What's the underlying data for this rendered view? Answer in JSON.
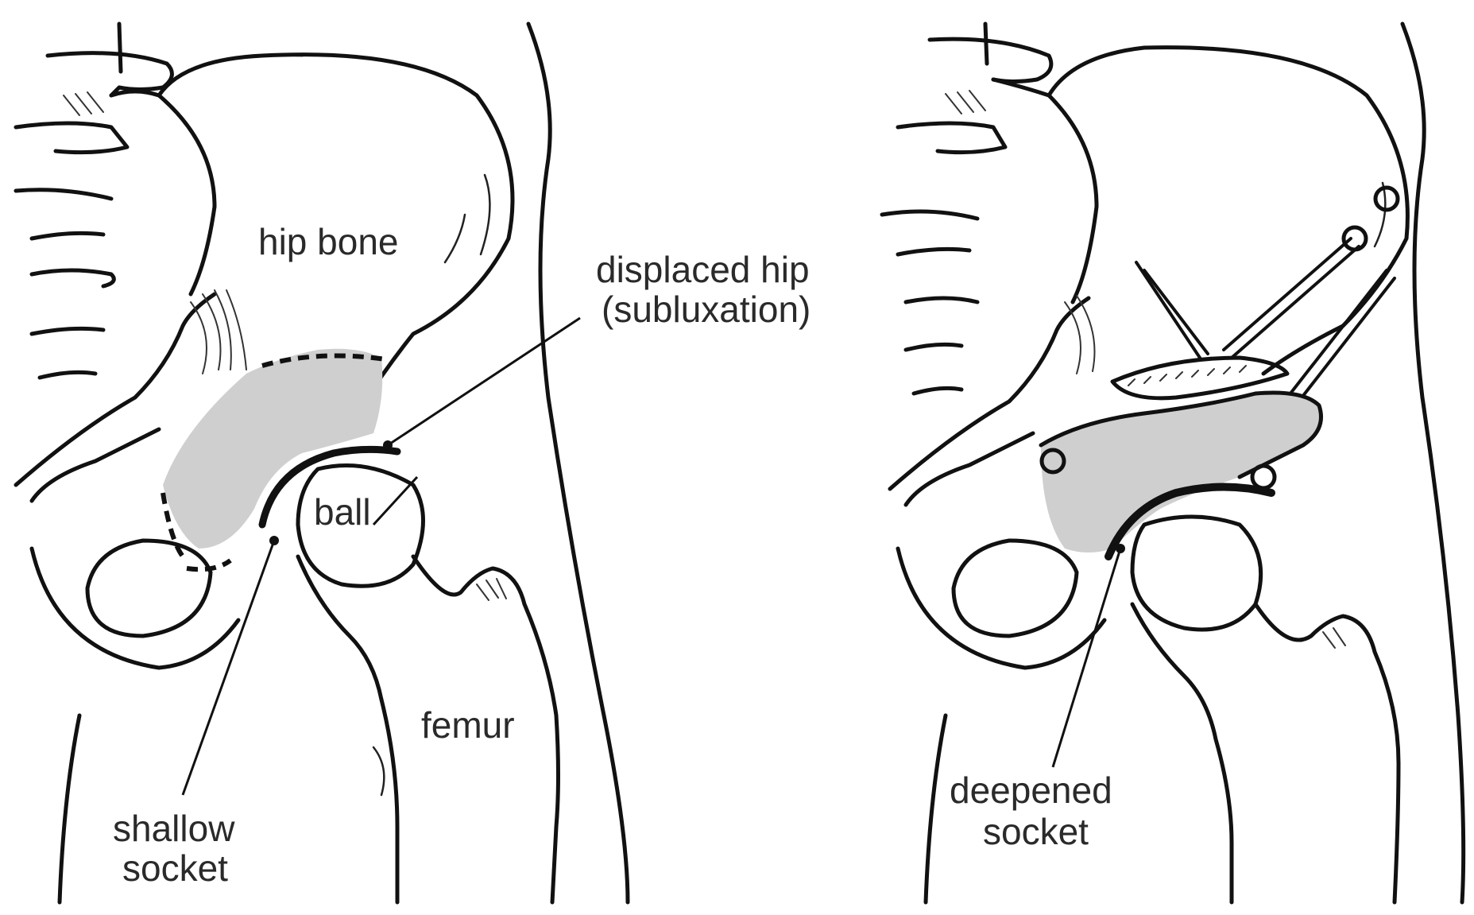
{
  "left_panel": {
    "hip_bone_label": "hip bone",
    "displaced_label_line1": "displaced hip",
    "displaced_label_line2": "(subluxation)",
    "ball_label": "ball",
    "femur_label": "femur",
    "shallow_label_line1": "shallow",
    "shallow_label_line2": "socket"
  },
  "right_panel": {
    "deepened_label_line1": "deepened",
    "deepened_label_line2": "socket"
  },
  "colors": {
    "ink": "#111111",
    "cartilage": "#cfcfcf",
    "background": "#ffffff"
  }
}
